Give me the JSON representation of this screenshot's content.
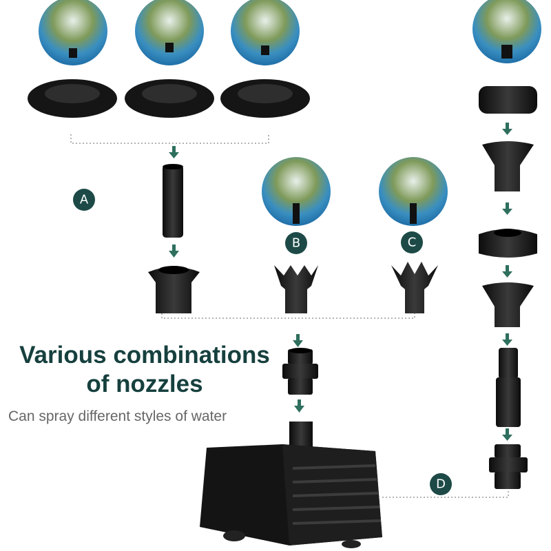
{
  "headline": {
    "line1": "Various combinations",
    "line2": "of nozzles"
  },
  "subtitle": "Can spray different styles of water",
  "badges": {
    "a": "A",
    "b": "B",
    "c": "C",
    "d": "D"
  },
  "colors": {
    "headline": "#16403e",
    "badge": "#1d4a47",
    "arrow": "#2f6f5e",
    "subtitle": "#666666",
    "part": "#111111"
  }
}
